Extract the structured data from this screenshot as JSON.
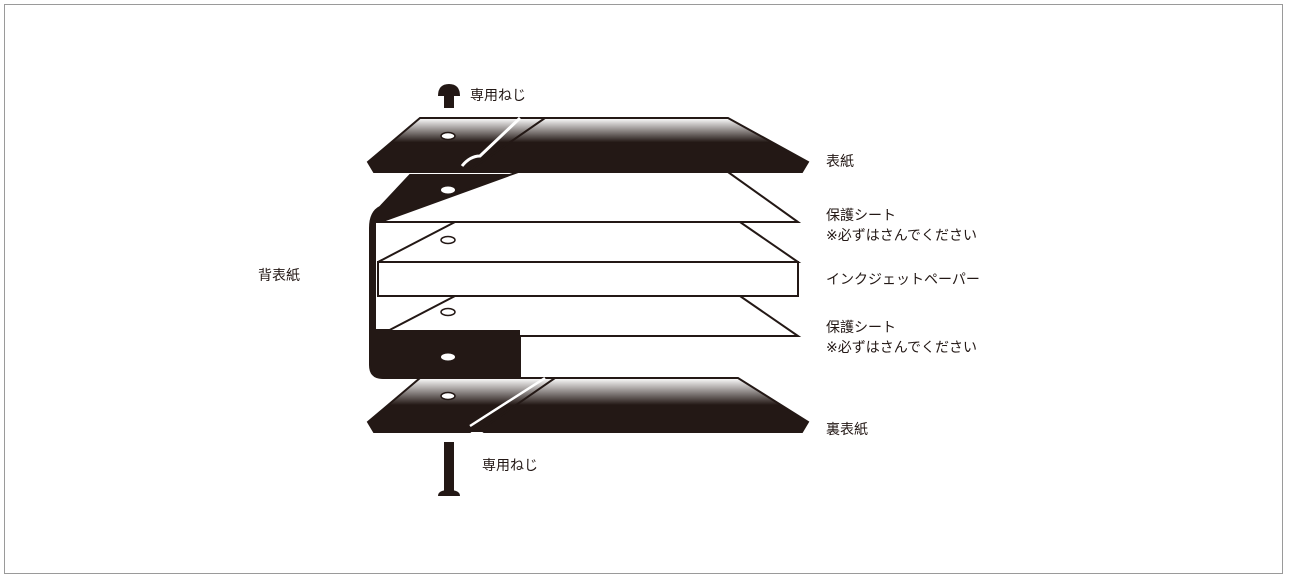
{
  "labels": {
    "screw_top": "専用ねじ",
    "front_cover": "表紙",
    "protect_sheet_top": "保護シート",
    "protect_note_top": "※必ずはさんでください",
    "inkjet_paper": "インクジェットペーパー",
    "protect_sheet_bottom": "保護シート",
    "protect_note_bottom": "※必ずはさんでください",
    "back_cover": "裏表紙",
    "screw_bottom": "専用ねじ",
    "spine": "背表紙"
  },
  "colors": {
    "cover": "#231815",
    "paper": "#ffffff",
    "frame": "#9a9a9a"
  }
}
